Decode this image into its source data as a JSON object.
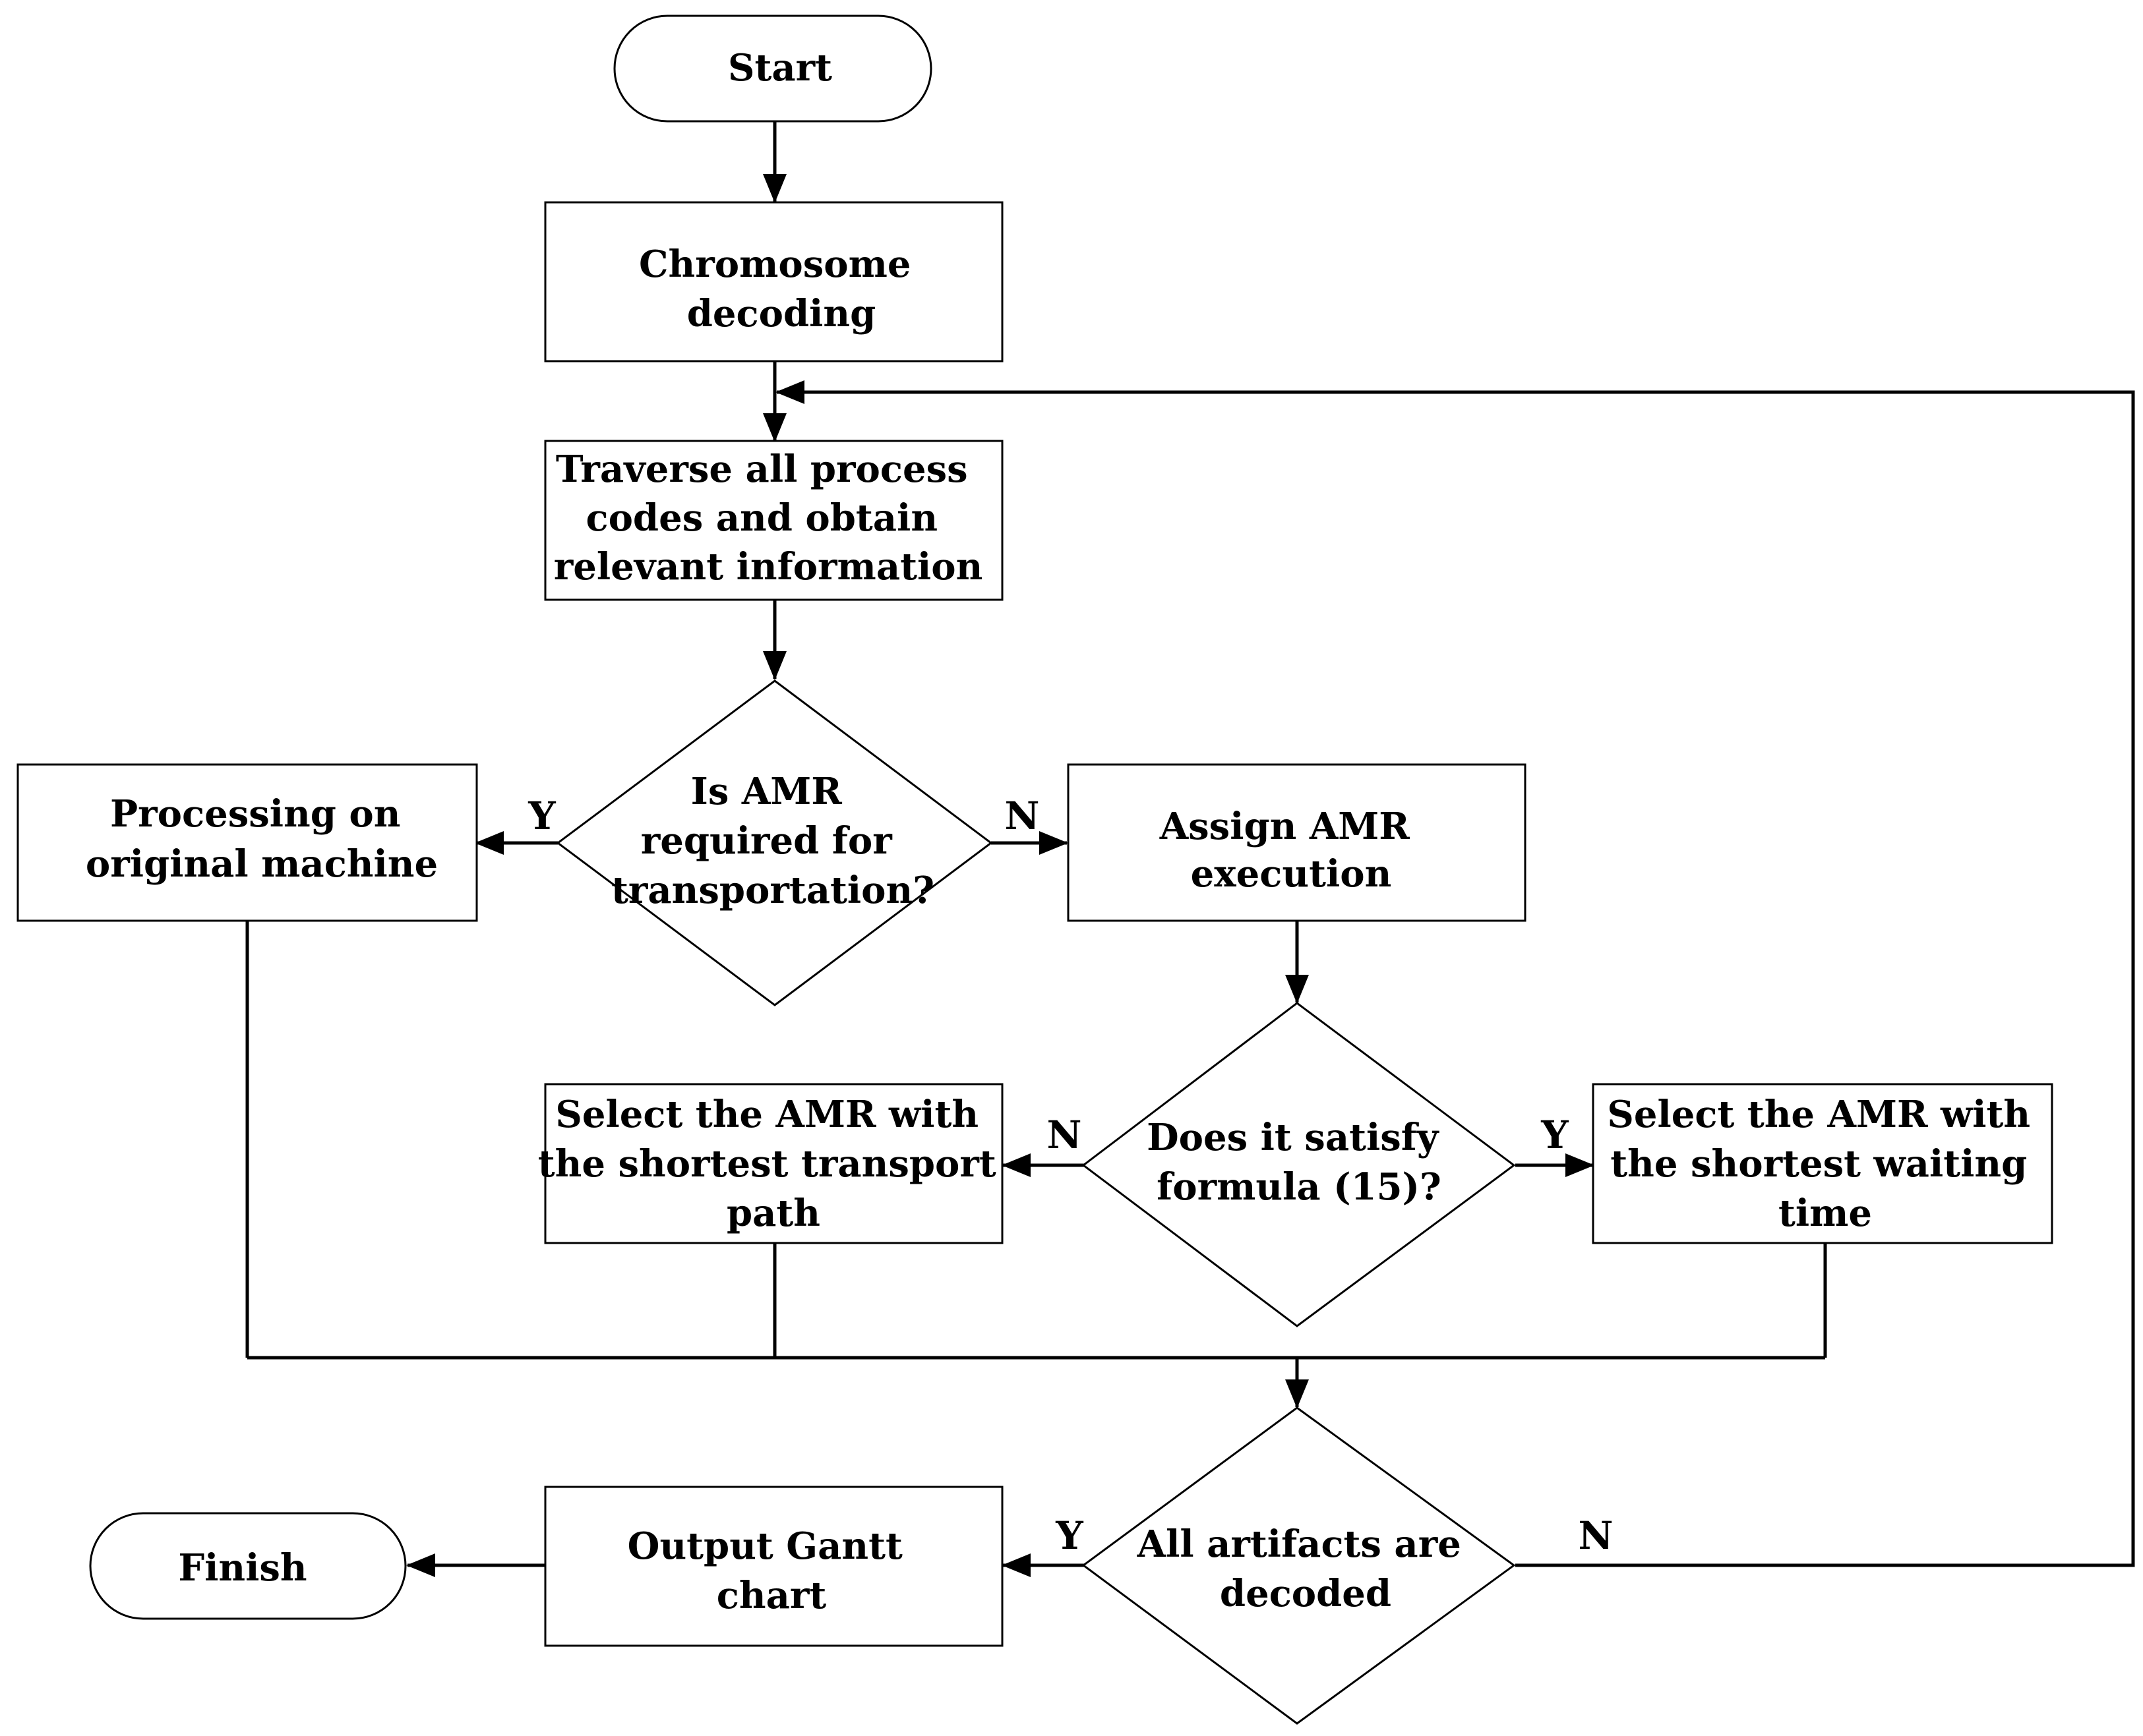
{
  "flowchart": {
    "start": "Start",
    "chromosome_decoding": [
      "Chromosome",
      "decoding"
    ],
    "traverse": [
      "Traverse all process",
      "codes and obtain",
      "relevant information"
    ],
    "decision_amr": [
      "Is AMR",
      "required for",
      "transportation?"
    ],
    "processing_original": [
      "Processing on",
      "original machine"
    ],
    "assign_amr": [
      "Assign AMR",
      "execution"
    ],
    "decision_formula": [
      "Does it satisfy",
      "formula (15)?"
    ],
    "select_shortest_path": [
      "Select the AMR with",
      "the shortest transport",
      "path"
    ],
    "select_shortest_wait": [
      "Select the AMR with",
      "the shortest waiting",
      "time"
    ],
    "decision_all_decoded": [
      "All artifacts are",
      "decoded"
    ],
    "output_gantt": [
      "Output Gantt",
      "chart"
    ],
    "finish": "Finish",
    "edge_labels": {
      "amr_yes": "Y",
      "amr_no": "N",
      "formula_no": "N",
      "formula_yes": "Y",
      "decoded_yes": "Y",
      "decoded_no": "N"
    }
  }
}
